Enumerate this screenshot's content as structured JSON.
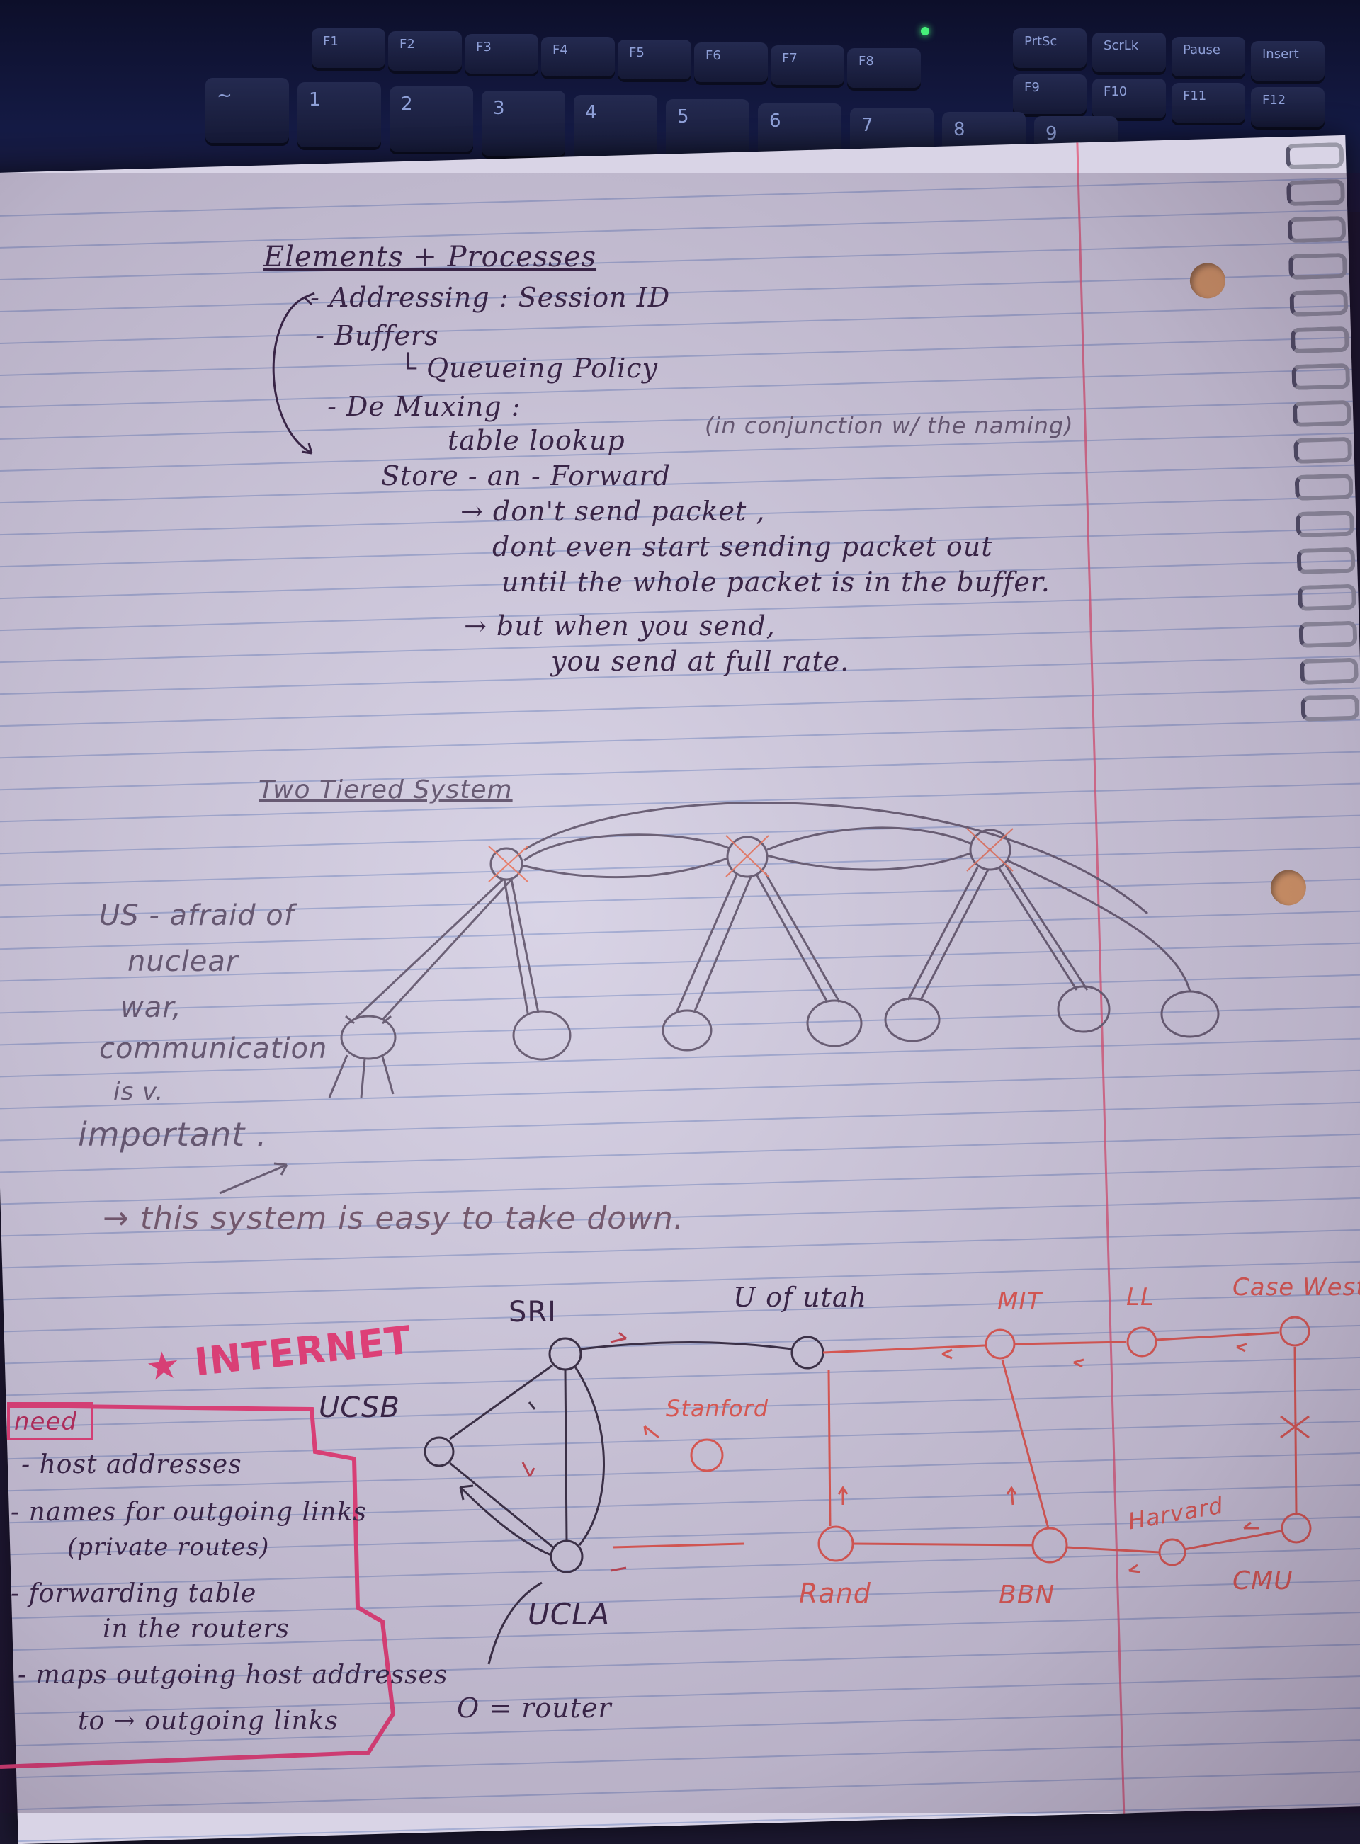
{
  "keyboard": {
    "fkeys": [
      "F1",
      "F2",
      "F3",
      "F4",
      "F5",
      "F6",
      "F7",
      "F8",
      "F9",
      "F10",
      "F11",
      "F12"
    ],
    "right_keys": [
      "PrtSc",
      "ScrLk",
      "Pause",
      "Insert"
    ],
    "numbers": [
      "~",
      "1",
      "2",
      "3",
      "4",
      "5",
      "6",
      "7",
      "8",
      "9"
    ]
  },
  "notes": {
    "title": "Elements + Processes",
    "lines": [
      "- Addressing : Session ID",
      "- Buffers",
      "└ Queueing Policy",
      "- De Muxing :",
      "table lookup",
      "(in conjunction w/ the naming)",
      "Store - an - Forward",
      "→ don't send packet ,",
      "dont even start sending packet out",
      "until the whole packet is in the buffer.",
      "→ but when you send,",
      "you send at full rate."
    ]
  },
  "two_tier": {
    "heading": "Two Tiered System",
    "side_note": [
      "US - afraid of",
      "nuclear",
      "war,",
      "communication",
      "is v.",
      "important ."
    ],
    "conclusion": "→ this system is easy to take down."
  },
  "internet": {
    "title": "★ INTERNET",
    "need_label": "need",
    "needs": [
      "- host addresses",
      "- names for outgoing links",
      "(private routes)",
      "- forwarding table",
      "in the routers",
      "- maps outgoing host addresses",
      "to → outgoing links"
    ],
    "legend": "O = router",
    "nodes_pencil": [
      "SRI",
      "U of utah",
      "UCSB",
      "UCLA"
    ],
    "nodes_red": [
      "MIT",
      "LL",
      "Case West",
      "Stanford",
      "Rand",
      "BBN",
      "Harvard",
      "CMU"
    ]
  }
}
